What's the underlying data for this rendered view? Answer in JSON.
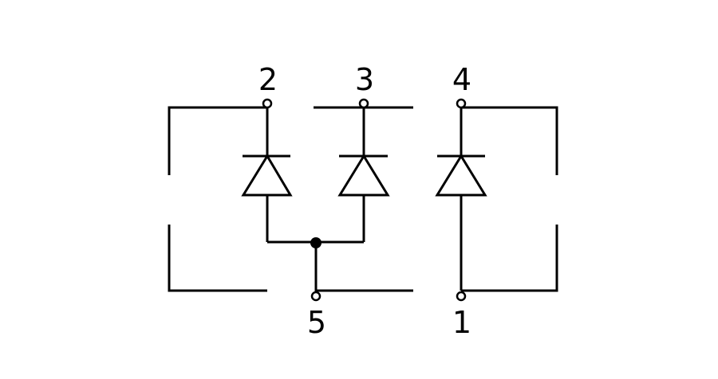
{
  "diagram": {
    "pins": {
      "pin_2": "2",
      "pin_3": "3",
      "pin_4": "4",
      "pin_5": "5",
      "pin_1": "1"
    },
    "colors": {
      "stroke": "#000000",
      "background": "#ffffff"
    }
  }
}
